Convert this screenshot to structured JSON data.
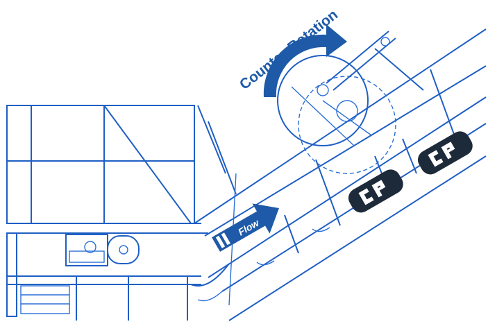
{
  "diagram": {
    "rotation_label": "Counter-Rotation",
    "flow_label": "Flow",
    "logo_text": "CP",
    "colors": {
      "line": "#1f5fc4",
      "arrow": "#1e5aa8",
      "logo_fill": "#1d2a3a",
      "background": "#ffffff"
    }
  }
}
